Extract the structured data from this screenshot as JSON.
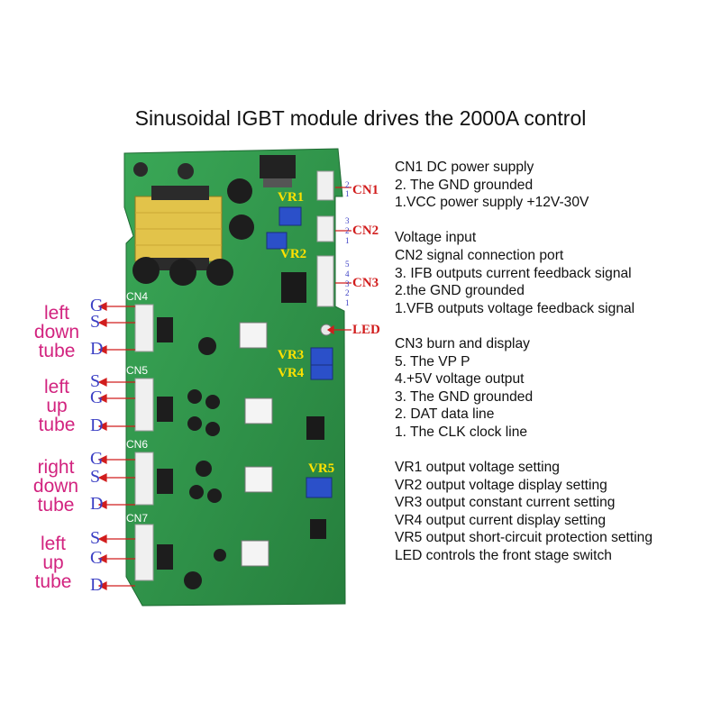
{
  "title": "Sinusoidal IGBT module drives the 2000A control",
  "description_groups": [
    [
      "CN1 DC power supply",
      "2. The GND grounded",
      "1.VCC power supply +12V-30V"
    ],
    [
      "Voltage input",
      "CN2 signal connection port",
      "3. IFB outputs current feedback signal",
      "2.the GND grounded",
      "1.VFB outputs voltage feedback signal"
    ],
    [
      "CN3 burn and display",
      "5. The VP P",
      "4.+5V voltage output",
      "3. The GND grounded",
      "2. DAT data line",
      "1. The CLK clock line"
    ],
    [
      "VR1 output voltage setting",
      "VR2 output voltage display setting",
      "VR3 output constant current setting",
      "VR4 output current display setting",
      "VR5 output short-circuit protection setting",
      "LED controls the front stage switch"
    ]
  ],
  "board_labels": {
    "vr1": "VR1",
    "vr2": "VR2",
    "vr3": "VR3",
    "vr4": "VR4",
    "vr5": "VR5",
    "cn1": "CN1",
    "cn2": "CN2",
    "cn3": "CN3",
    "led": "LED",
    "cn4": "CN4",
    "cn5": "CN5",
    "cn6": "CN6",
    "cn7": "CN7",
    "cn1_pins": [
      "2",
      "1"
    ],
    "cn2_pins": [
      "3",
      "2",
      "1"
    ],
    "cn3_pins": [
      "5",
      "4",
      "3",
      "2",
      "1"
    ]
  },
  "tubes": [
    {
      "words": [
        "left",
        "down",
        "tube"
      ],
      "pins": [
        "G",
        "S",
        "D"
      ]
    },
    {
      "words": [
        "left",
        "up",
        "tube"
      ],
      "pins": [
        "S",
        "G",
        "D"
      ]
    },
    {
      "words": [
        "right",
        "down",
        "tube"
      ],
      "pins": [
        "G",
        "S",
        "D"
      ]
    },
    {
      "words": [
        "left",
        "up",
        "tube"
      ],
      "pins": [
        "S",
        "G",
        "D"
      ]
    }
  ],
  "colors": {
    "board": "#2f9a4a",
    "tube_text": "#d2237f",
    "pin_text": "#3b3fc4",
    "label_yellow": "#ffe100",
    "label_red": "#d11d1d"
  }
}
